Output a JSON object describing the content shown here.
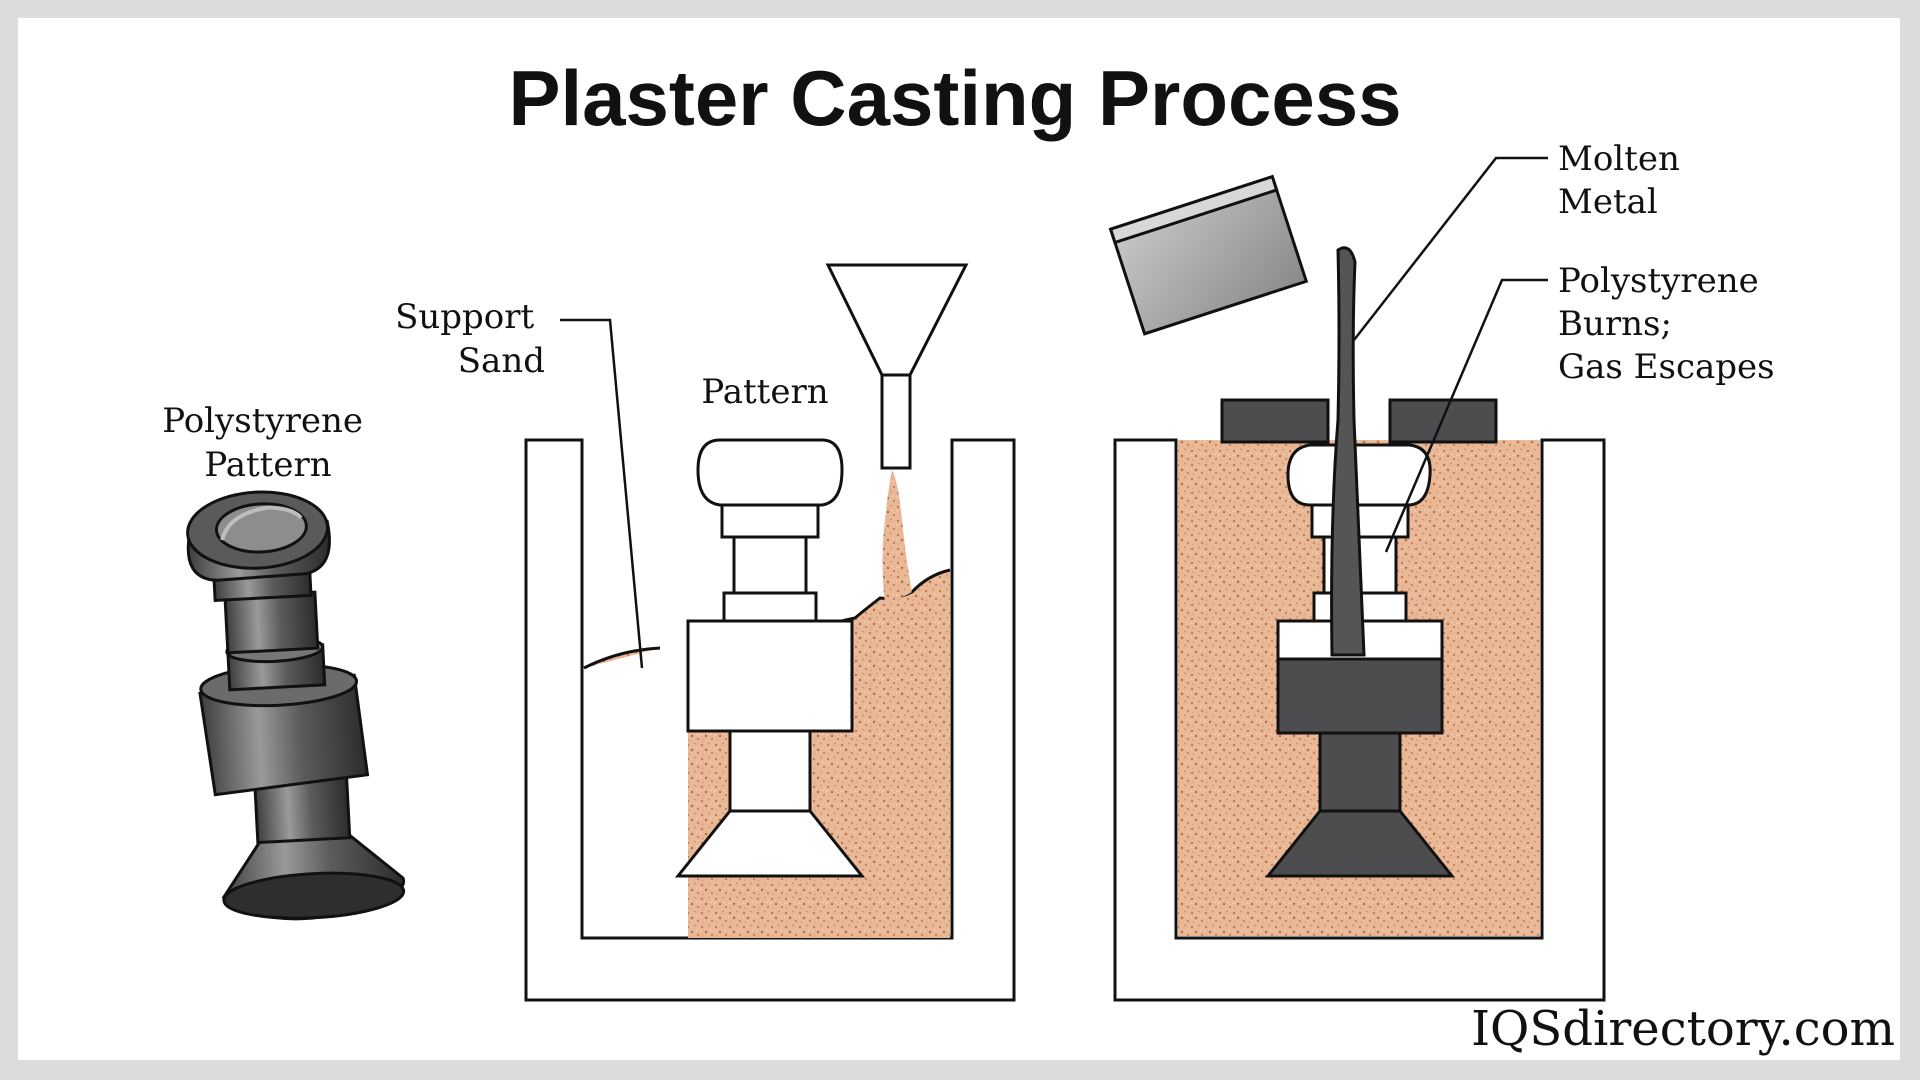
{
  "title": "Plaster Casting Process",
  "labels": {
    "polystyrene_pattern": [
      "Polystyrene",
      "Pattern"
    ],
    "support_sand": [
      "Support",
      "Sand"
    ],
    "pattern": "Pattern",
    "molten_metal": [
      "Molten",
      "Metal"
    ],
    "polystyrene_burns": [
      "Polystyrene",
      "Burns;",
      "Gas Escapes"
    ]
  },
  "brand": "IQSdirectory.com",
  "colors": {
    "sand": "#e9b896",
    "sand_speck": "#c0714a",
    "metal_dark": "#4d4d4f",
    "metal_light": "#a8a8a8",
    "outline": "#111111",
    "background": "#dcdcdc"
  }
}
